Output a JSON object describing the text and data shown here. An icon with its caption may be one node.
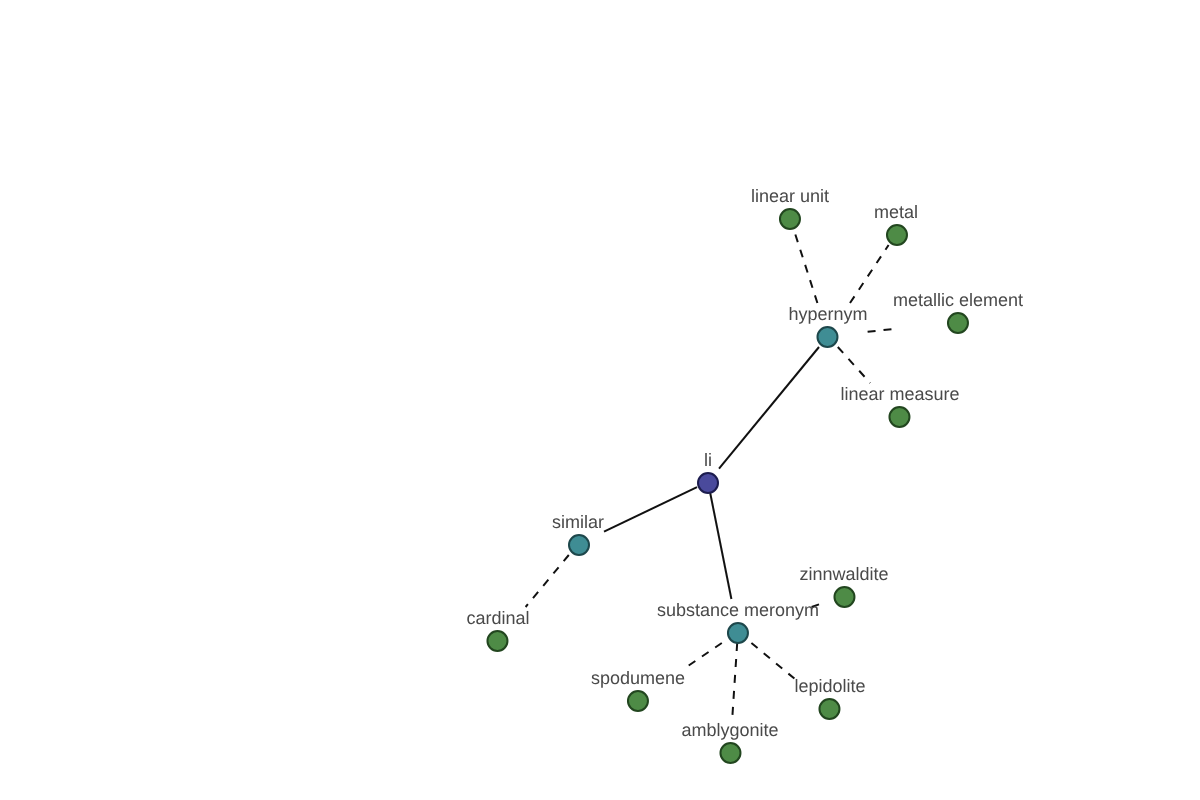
{
  "diagram": {
    "nodes": [
      {
        "text": [
          "linear unit"
        ]
      },
      {
        "text": [
          "metal"
        ]
      },
      {
        "text": [
          "metallic element"
        ]
      },
      {
        "text": [
          "hypernym"
        ]
      },
      {
        "text": [
          "linear measure"
        ]
      },
      {
        "text": [
          "li"
        ]
      },
      {
        "text": [
          "similar"
        ]
      },
      {
        "text": [
          "zinnwaldite"
        ]
      },
      {
        "text": [
          "substance meronym"
        ]
      },
      {
        "text": [
          "cardinal"
        ]
      },
      {
        "text": [
          "spodumene"
        ]
      },
      {
        "text": [
          "lepidolite"
        ]
      },
      {
        "text": [
          "amblygonite"
        ]
      }
    ],
    "edges": [
      {
        "from": 5,
        "to": 3,
        "arrow": "none"
      },
      {
        "from": 5,
        "to": 6,
        "arrow": "none"
      },
      {
        "from": 5,
        "to": 8,
        "arrow": "none"
      },
      {
        "from": 3,
        "to": 0,
        "arrow": "none",
        "style": "dashed"
      },
      {
        "from": 3,
        "to": 1,
        "arrow": "none",
        "style": "dashed"
      },
      {
        "from": 3,
        "to": 2,
        "arrow": "none",
        "style": "dashed"
      },
      {
        "from": 3,
        "to": 4,
        "arrow": "none",
        "style": "dashed"
      },
      {
        "from": 6,
        "to": 9,
        "arrow": "none",
        "style": "dashed"
      },
      {
        "from": 8,
        "to": 7,
        "arrow": "none",
        "style": "dashed"
      },
      {
        "from": 8,
        "to": 10,
        "arrow": "none",
        "style": "dashed"
      },
      {
        "from": 8,
        "to": 11,
        "arrow": "none",
        "style": "dashed"
      },
      {
        "from": 8,
        "to": 12,
        "arrow": "none",
        "style": "dashed"
      }
    ]
  }
}
